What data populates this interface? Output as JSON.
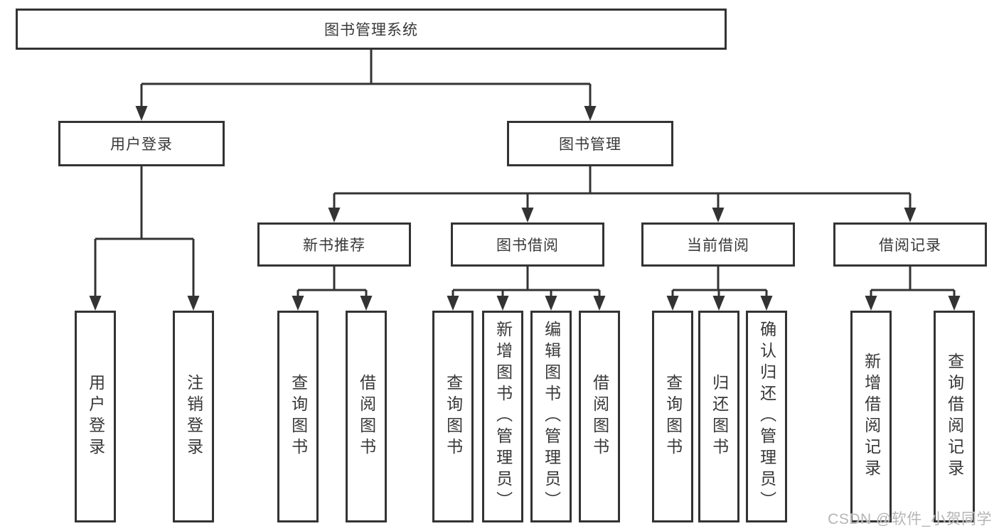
{
  "diagram": {
    "type": "hierarchy-tree",
    "watermark": "CSDN @软件_小贺同学",
    "colors": {
      "line": "#333333",
      "box_border": "#333333",
      "box_fill": "#ffffff",
      "text": "#383838",
      "watermark": "#b5b5b5",
      "background": "#ffffff"
    },
    "nodes": {
      "root": {
        "label": "图书管理系统"
      },
      "user_login": {
        "label": "用户登录"
      },
      "book_mgmt": {
        "label": "图书管理"
      },
      "new_book_rec": {
        "label": "新书推荐"
      },
      "book_borrow": {
        "label": "图书借阅"
      },
      "current_borrow": {
        "label": "当前借阅"
      },
      "borrow_records": {
        "label": "借阅记录"
      },
      "login": {
        "label": "用户登录"
      },
      "logout": {
        "label": "注销登录"
      },
      "nb_query": {
        "label": "查询图书"
      },
      "nb_borrow": {
        "label": "借阅图书"
      },
      "bb_query": {
        "label": "查询图书"
      },
      "bb_add": {
        "label": "新增图书（管理员）"
      },
      "bb_edit": {
        "label": "编辑图书（管理员）"
      },
      "bb_borrow": {
        "label": "借阅图书"
      },
      "cb_query": {
        "label": "查询图书"
      },
      "cb_return": {
        "label": "归还图书"
      },
      "cb_confirm": {
        "label": "确认归还（管理员）"
      },
      "br_add": {
        "label": "新增借阅记录"
      },
      "br_query": {
        "label": "查询借阅记录"
      }
    },
    "edges": [
      [
        "root",
        "user_login"
      ],
      [
        "root",
        "book_mgmt"
      ],
      [
        "user_login",
        "login"
      ],
      [
        "user_login",
        "logout"
      ],
      [
        "book_mgmt",
        "new_book_rec"
      ],
      [
        "book_mgmt",
        "book_borrow"
      ],
      [
        "book_mgmt",
        "current_borrow"
      ],
      [
        "book_mgmt",
        "borrow_records"
      ],
      [
        "new_book_rec",
        "nb_query"
      ],
      [
        "new_book_rec",
        "nb_borrow"
      ],
      [
        "book_borrow",
        "bb_query"
      ],
      [
        "book_borrow",
        "bb_add"
      ],
      [
        "book_borrow",
        "bb_edit"
      ],
      [
        "book_borrow",
        "bb_borrow"
      ],
      [
        "current_borrow",
        "cb_query"
      ],
      [
        "current_borrow",
        "cb_return"
      ],
      [
        "current_borrow",
        "cb_confirm"
      ],
      [
        "borrow_records",
        "br_add"
      ],
      [
        "borrow_records",
        "br_query"
      ]
    ]
  }
}
